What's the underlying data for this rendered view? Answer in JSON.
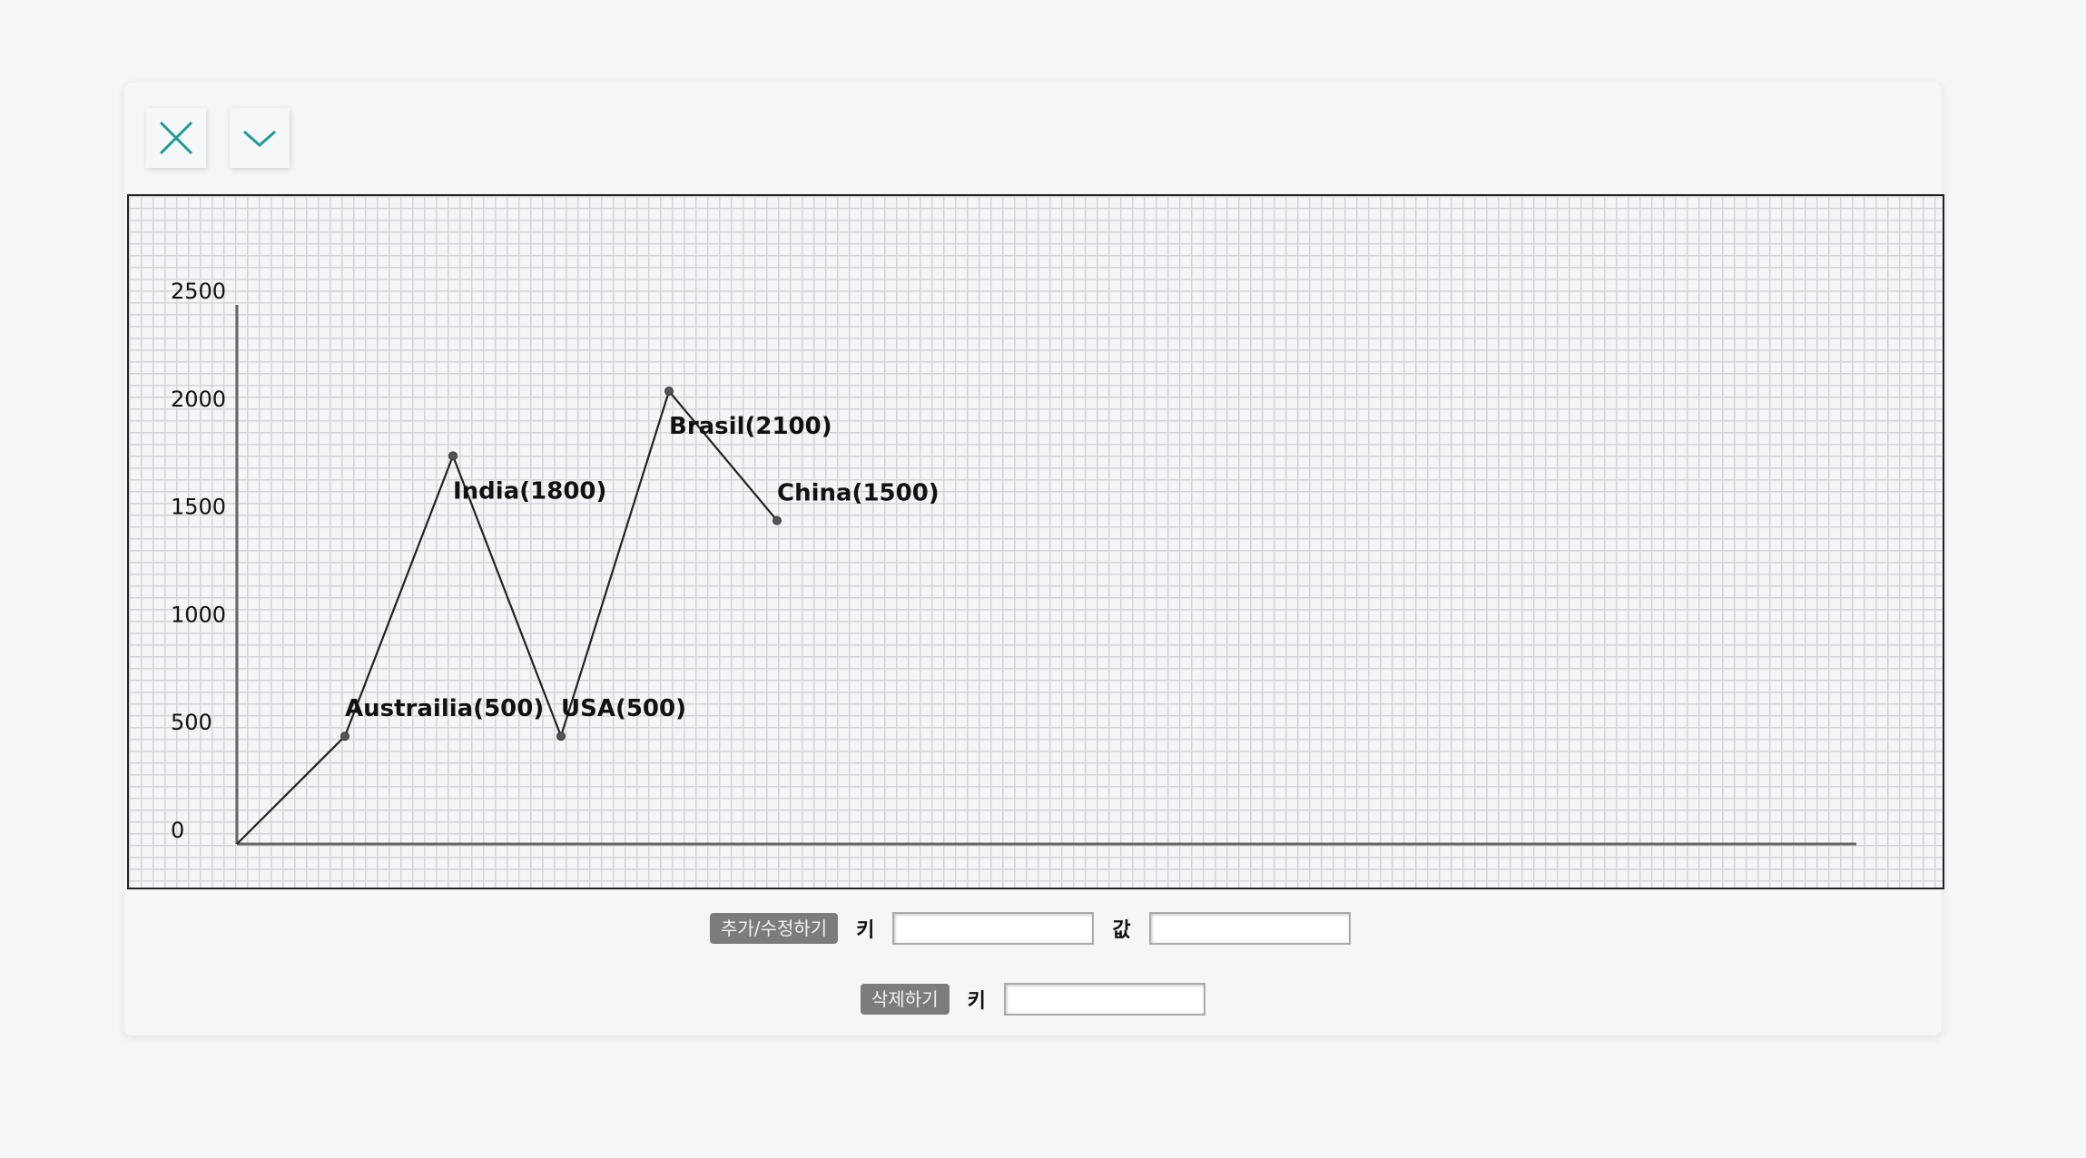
{
  "toolbar": {
    "close_icon": "close-icon",
    "collapse_icon": "chevron-down-icon",
    "icon_color": "#1f9a92"
  },
  "chart_data": {
    "type": "line",
    "title": "",
    "xlabel": "",
    "ylabel": "",
    "ylim": [
      0,
      2500
    ],
    "yticks": [
      "0",
      "500",
      "1000",
      "1500",
      "2000",
      "2500"
    ],
    "grid": true,
    "categories": [
      "Austrailia",
      "India",
      "USA",
      "Brasil",
      "China"
    ],
    "values": [
      500,
      1800,
      500,
      2100,
      1500
    ],
    "point_labels": [
      "Austrailia(500)",
      "India(1800)",
      "USA(500)",
      "Brasil(2100)",
      "China(1500)"
    ],
    "line_color": "#222222"
  },
  "form": {
    "add_button": "추가/수정하기",
    "key_label": "키",
    "value_label": "값",
    "key_value": "",
    "value_value": "",
    "delete_button": "삭제하기",
    "delete_key_label": "키",
    "delete_key_value": ""
  }
}
